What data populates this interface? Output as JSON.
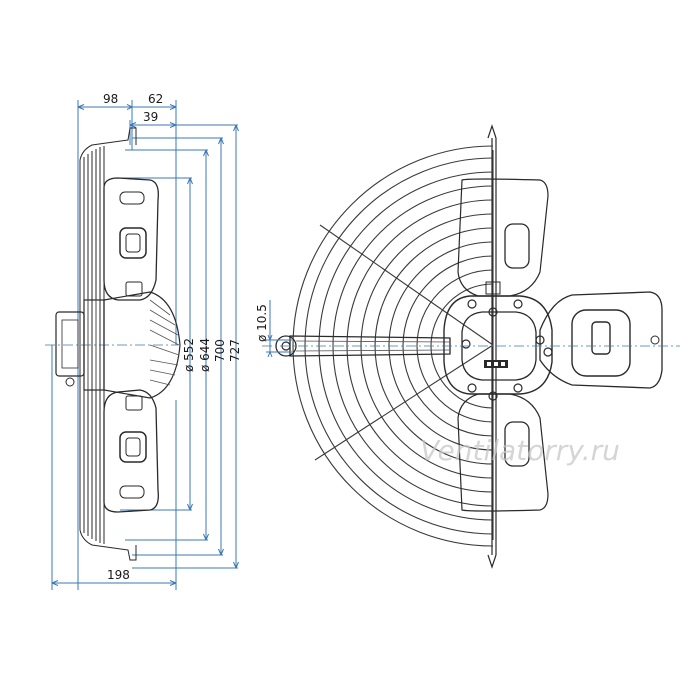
{
  "dimensions": {
    "top_98": "98",
    "top_62": "62",
    "top_39": "39",
    "bottom_198": "198",
    "dia_552": "ø 552",
    "dia_644": "ø 644",
    "dia_700": "700",
    "dia_727": "727",
    "hole_10_5": "ø 10.5"
  },
  "watermark": "Ventilatorry.ru",
  "colors": {
    "dimension_line": "#3b78b5",
    "outline": "#2a2a2a",
    "watermark": "#c8c8c8"
  }
}
